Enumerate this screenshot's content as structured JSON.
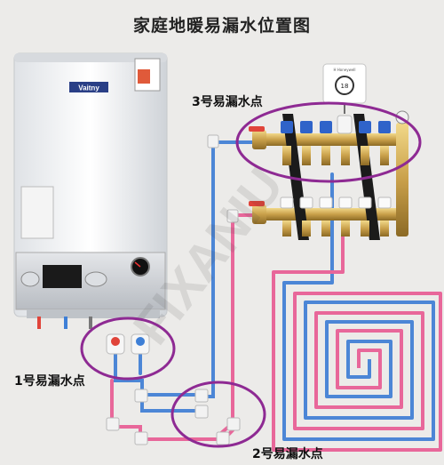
{
  "title": "家庭地暖易漏水位置图",
  "callouts": [
    {
      "id": "point-1",
      "text": "1号易漏水点"
    },
    {
      "id": "point-2",
      "text": "2号易漏水点"
    },
    {
      "id": "point-3",
      "text": "3号易漏水点"
    }
  ],
  "boiler": {
    "brand": "Vaitny"
  },
  "thermostat": {
    "label": "H Honeywell"
  },
  "watermark": "FIXANIU",
  "colors": {
    "background": "#ecebe9",
    "hot_pipe": "#e8679a",
    "cold_pipe": "#4c86d6",
    "highlight_ring": "#8e2a93",
    "brass": "#c9a04a"
  }
}
